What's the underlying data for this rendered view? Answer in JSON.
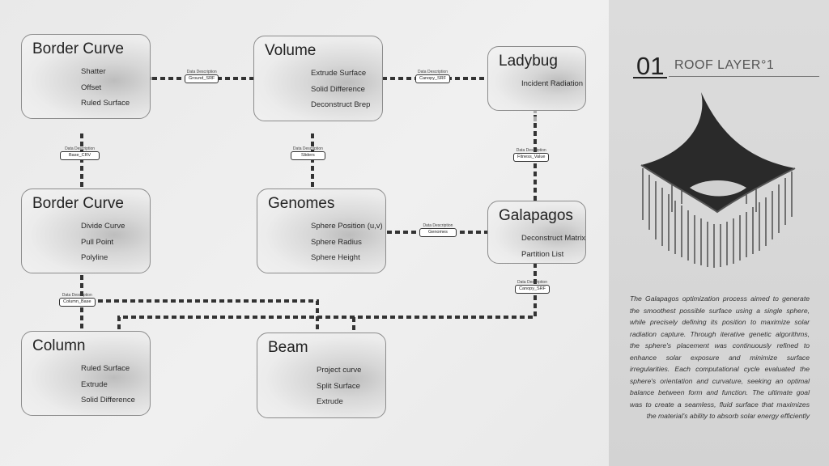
{
  "nodes": {
    "border_curve_1": {
      "title": "Border Curve",
      "items": [
        "Shatter",
        "Offset",
        "Ruled Surface"
      ]
    },
    "volume": {
      "title": "Volume",
      "items": [
        "Extrude Surface",
        "Solid Difference",
        "Deconstruct Brep"
      ]
    },
    "ladybug": {
      "title": "Ladybug",
      "items": [
        "Incident Radiation"
      ]
    },
    "border_curve_2": {
      "title": "Border Curve",
      "items": [
        "Divide Curve",
        "Pull Point",
        "Polyline"
      ]
    },
    "genomes": {
      "title": "Genomes",
      "items": [
        "Sphere Position (u,v)",
        "Sphere Radius",
        "Sphere Height"
      ]
    },
    "galapagos": {
      "title": "Galapagos",
      "items": [
        "Deconstruct Matrix",
        "Partition List"
      ]
    },
    "column": {
      "title": "Column",
      "items": [
        "Ruled Surface",
        "Extrude",
        "Solid Difference"
      ]
    },
    "beam": {
      "title": "Beam",
      "items": [
        "Project curve",
        "Split Surface",
        "Extrude"
      ]
    }
  },
  "badges": {
    "caption": "Data Description",
    "ground_srf": "Ground_SRF",
    "canopy_srf_1": "Canopy_SRF",
    "base_crv": "Base_CRV",
    "sliders": "Sliders",
    "fitness_value": "Fitness_Value",
    "genomes": "Genomes",
    "column_base": "Column_Base",
    "canopy_srf_2": "Canopy_SRF"
  },
  "header": {
    "number": "01",
    "title": "ROOF LAYER°1"
  },
  "description": "The Galapagos optimization process aimed to generate the smoothest possible surface using a single sphere, while precisely defining its position to maximize solar radiation capture. Through iterative genetic algorithms, the sphere's placement was continuously refined to enhance solar exposure and minimize surface irregularities. Each computational cycle evaluated the sphere's orientation and curvature, seeking an optimal balance between form and function. The ultimate goal was to create a seamless, fluid surface that maximizes the material's ability to absorb solar energy efficiently"
}
